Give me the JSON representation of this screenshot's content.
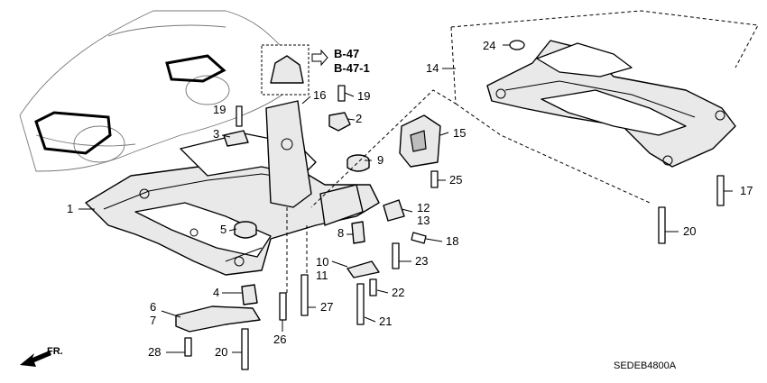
{
  "callouts": {
    "c1": "1",
    "c2": "2",
    "c3": "3",
    "c4": "4",
    "c5": "5",
    "c6": "6",
    "c7": "7",
    "c8": "8",
    "c9": "9",
    "c10": "10",
    "c11": "11",
    "c12": "12",
    "c13": "13",
    "c14": "14",
    "c15": "15",
    "c16": "16",
    "c17": "17",
    "c18": "18",
    "c19a": "19",
    "c19b": "19",
    "c20a": "20",
    "c20b": "20",
    "c21": "21",
    "c22": "22",
    "c23": "23",
    "c24": "24",
    "c25": "25",
    "c26": "26",
    "c27": "27",
    "c28": "28"
  },
  "references": {
    "ref1": "B-47",
    "ref2": "B-47-1"
  },
  "direction_label": "FR.",
  "diagram_code": "SEDEB4800A"
}
